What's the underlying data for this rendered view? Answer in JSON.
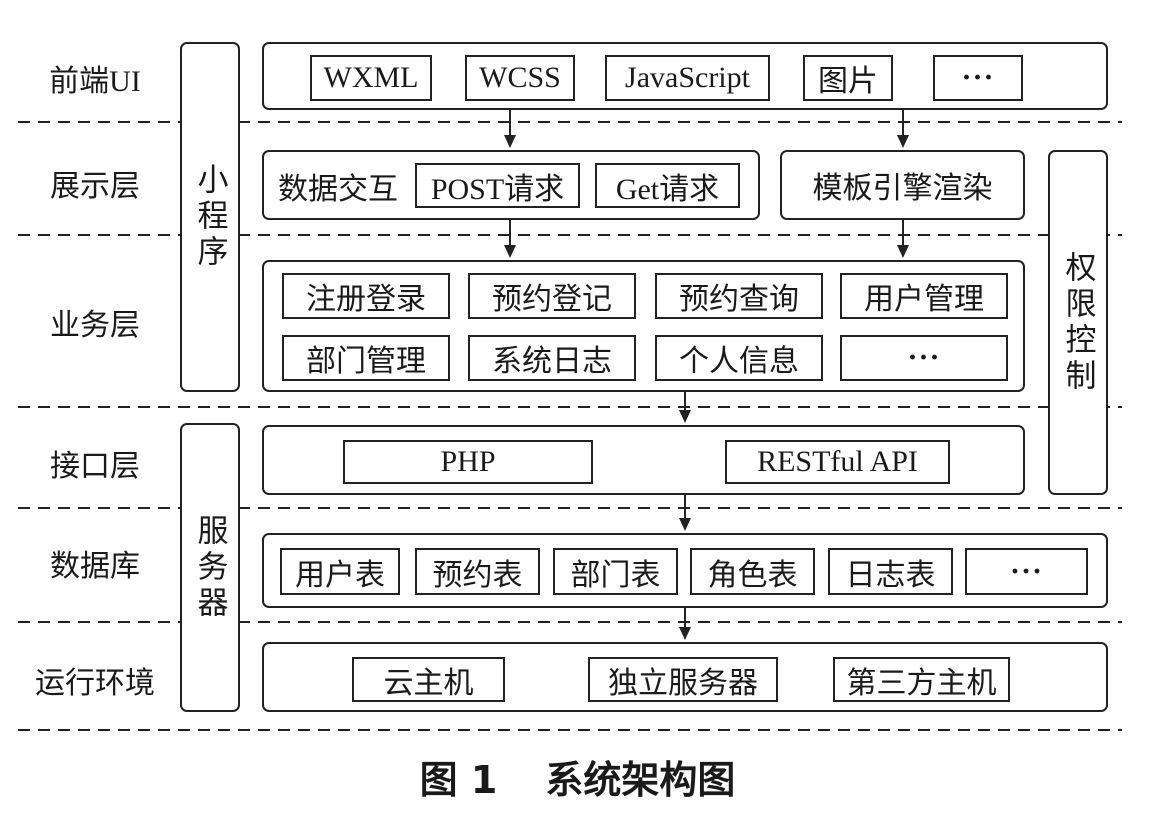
{
  "layers": {
    "frontend": "前端UI",
    "presentation": "展示层",
    "business": "业务层",
    "interface": "接口层",
    "database": "数据库",
    "runtime": "运行环境"
  },
  "side_groups": {
    "miniprogram": "小程序",
    "server": "服务器",
    "permission": "权限控制"
  },
  "frontend": {
    "items": [
      "WXML",
      "WCSS",
      "JavaScript",
      "图片",
      "···"
    ]
  },
  "presentation": {
    "interaction_label": "数据交互",
    "requests": [
      "POST请求",
      "Get请求"
    ],
    "template": "模板引擎渲染"
  },
  "business": {
    "items": [
      "注册登录",
      "预约登记",
      "预约查询",
      "用户管理",
      "部门管理",
      "系统日志",
      "个人信息",
      "···"
    ]
  },
  "interface": {
    "items": [
      "PHP",
      "RESTful API"
    ]
  },
  "database": {
    "items": [
      "用户表",
      "预约表",
      "部门表",
      "角色表",
      "日志表",
      "···"
    ]
  },
  "runtime": {
    "items": [
      "云主机",
      "独立服务器",
      "第三方主机"
    ]
  },
  "caption": {
    "label": "图 1",
    "title": "系统架构图"
  }
}
